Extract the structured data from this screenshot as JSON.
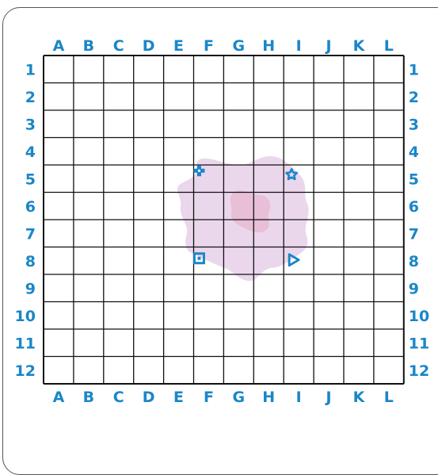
{
  "grid": {
    "columns": [
      "A",
      "B",
      "C",
      "D",
      "E",
      "F",
      "G",
      "H",
      "I",
      "J",
      "K",
      "L"
    ],
    "rows": [
      "1",
      "2",
      "3",
      "4",
      "5",
      "6",
      "7",
      "8",
      "9",
      "10",
      "11",
      "12"
    ]
  },
  "colors": {
    "label": "#1a86c8",
    "grid_line": "#111111",
    "blob_outer": "#ead7ec",
    "blob_inner": "#e8bfd6",
    "marker": "#1a86c8"
  },
  "markers": [
    {
      "name": "plus-marker",
      "icon": "plus-icon",
      "cell": "F5"
    },
    {
      "name": "star-marker",
      "icon": "star-icon",
      "cell": "I5"
    },
    {
      "name": "square-marker",
      "icon": "square-icon",
      "cell": "F8"
    },
    {
      "name": "triangle-marker",
      "icon": "triangle-icon",
      "cell": "I8"
    }
  ]
}
